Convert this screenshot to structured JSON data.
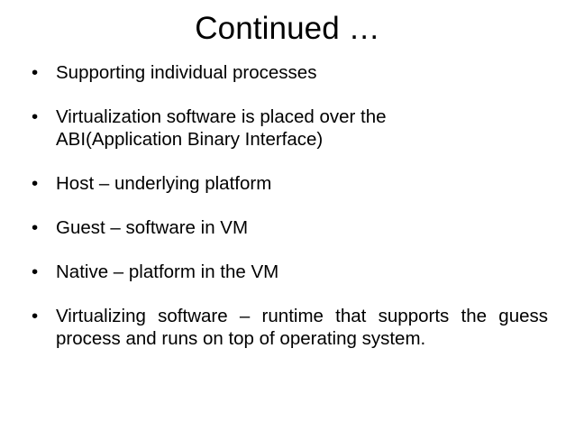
{
  "slide": {
    "title": "Continued …",
    "background_color": "#ffffff",
    "text_color": "#000000",
    "bullet_glyph": "•",
    "bullets": [
      {
        "id": "supporting-individual-processes",
        "text": "Supporting individual processes",
        "justified": false,
        "wraps": false
      },
      {
        "id": "virtualization-software-abi",
        "text": "Virtualization software is placed over the ABI(Application Binary Interface)",
        "justified": false,
        "wraps": true
      },
      {
        "id": "host-definition",
        "text": "Host – underlying platform",
        "justified": false,
        "wraps": false
      },
      {
        "id": "guest-definition",
        "text": "Guest – software in VM",
        "justified": false,
        "wraps": false
      },
      {
        "id": "native-definition",
        "text": "Native – platform in the VM",
        "justified": false,
        "wraps": false
      },
      {
        "id": "virtualizing-software-definition",
        "text": "Virtualizing software – runtime  that supports the guess process and runs on top of operating system.",
        "justified": true,
        "wraps": true
      }
    ]
  }
}
